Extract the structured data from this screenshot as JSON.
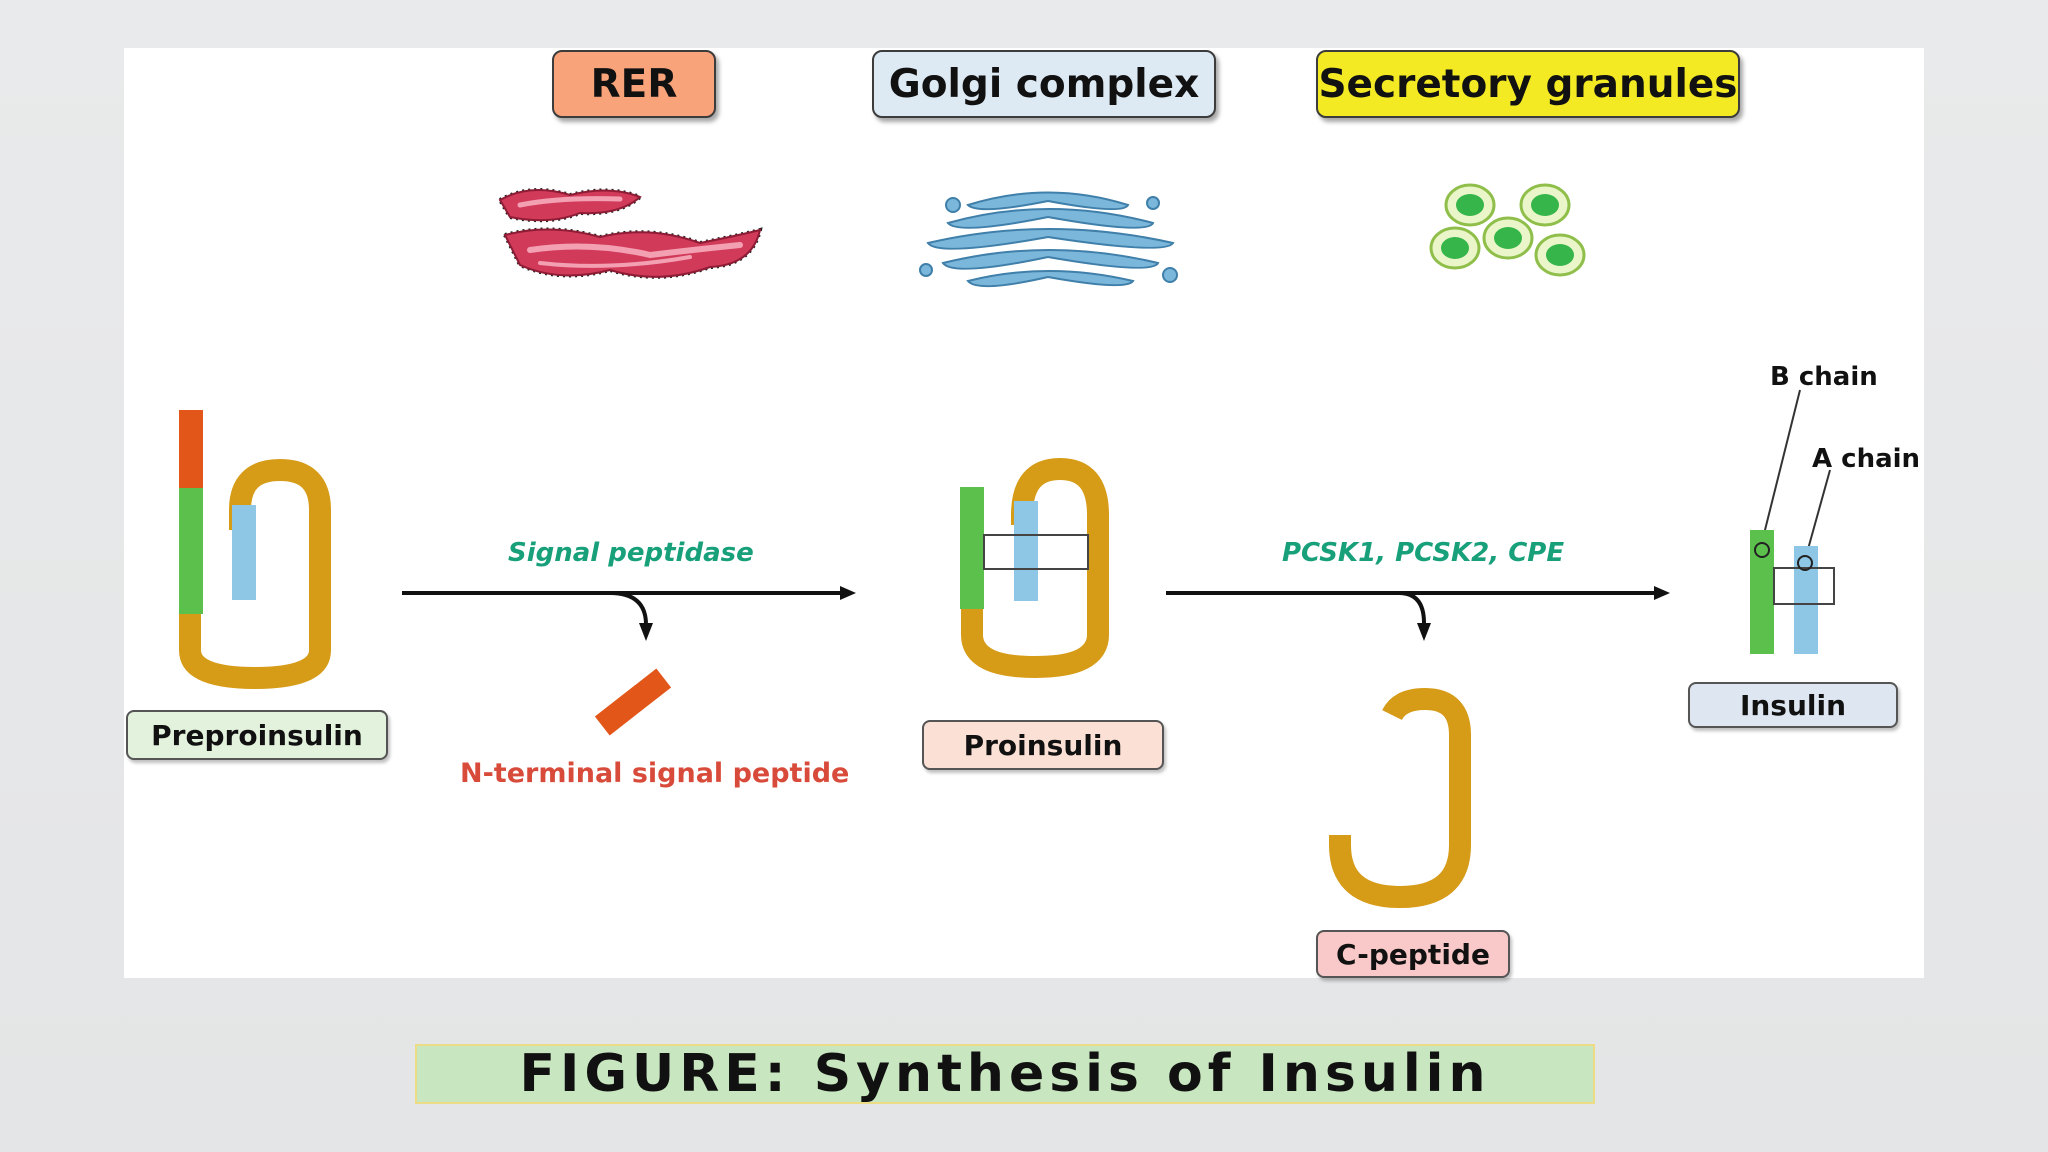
{
  "stages": [
    {
      "label": "RER",
      "fill": "#f9a37a"
    },
    {
      "label": "Golgi complex",
      "fill": "#dde9f3"
    },
    {
      "label": "Secretory granules",
      "fill": "#f3ea24"
    }
  ],
  "enzymes": {
    "step1": "Signal peptidase",
    "step2": "PCSK1, PCSK2, CPE"
  },
  "molecules": {
    "preproinsulin": {
      "label": "Preproinsulin",
      "fill": "#e3f2dc"
    },
    "proinsulin": {
      "label": "Proinsulin",
      "fill": "#fbe1d5"
    },
    "insulin": {
      "label": "Insulin",
      "fill": "#dde6f1"
    },
    "c_peptide": {
      "label": "C-peptide",
      "fill": "#f8c9c8"
    },
    "signal_peptide": "N-terminal signal peptide"
  },
  "chains": {
    "b_chain": "B chain",
    "a_chain": "A chain"
  },
  "caption": "FIGURE: Synthesis of Insulin",
  "colors": {
    "signal_peptide": "#e2561a",
    "b_chain": "#5cc04c",
    "a_chain": "#8ec6e6",
    "c_peptide": "#d69b17",
    "enzyme_text": "#17a079",
    "rer": "#d23a5a",
    "golgi": "#7bb7db",
    "granule": "#36b64a"
  },
  "icons": [
    "rer-organelle-icon",
    "golgi-apparatus-icon",
    "secretory-granules-icon"
  ]
}
